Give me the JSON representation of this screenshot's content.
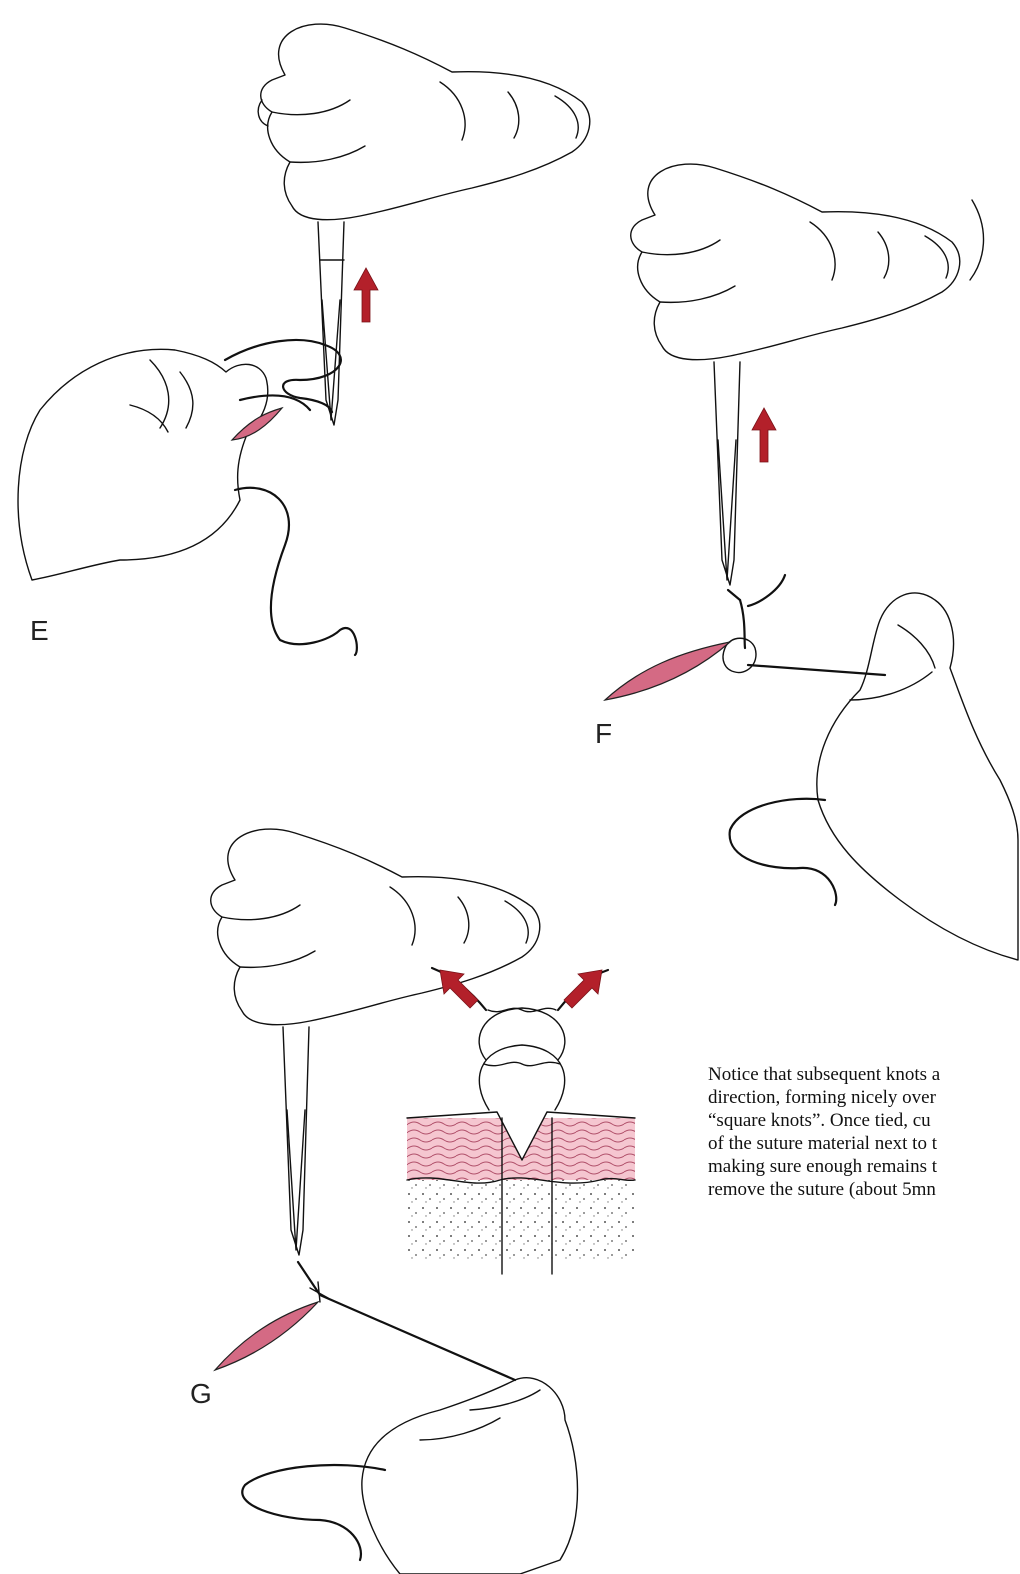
{
  "panels": {
    "e": {
      "label": "E"
    },
    "f": {
      "label": "F"
    },
    "g": {
      "label": "G"
    }
  },
  "caption": {
    "lines": [
      "Notice that subsequent knots a",
      "direction, forming nicely over",
      "“square knots”.  Once tied, cu",
      "of the suture material next to t",
      "making sure enough remains t",
      "remove the suture (about 5mn"
    ]
  },
  "colors": {
    "arrow": "#b3202a",
    "wound": "#d46a84",
    "skin_dermis": "#e79aac",
    "line": "#111111"
  },
  "icons": [
    "hand-holding-forceps",
    "hand-holding-thread",
    "pull-arrow",
    "wound",
    "skin-cross-section",
    "suture-knot"
  ]
}
